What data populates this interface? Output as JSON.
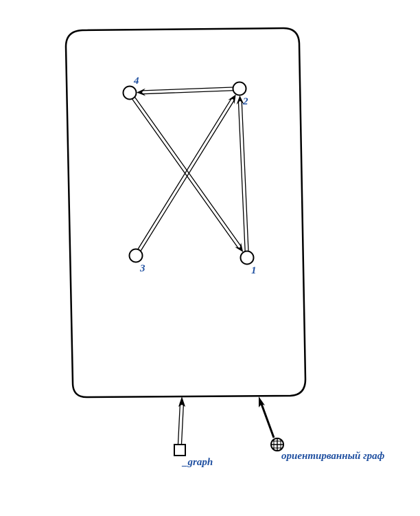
{
  "graph": {
    "nodes": [
      {
        "id": "1",
        "label": "1"
      },
      {
        "id": "2",
        "label": "2"
      },
      {
        "id": "3",
        "label": "3"
      },
      {
        "id": "4",
        "label": "4"
      }
    ],
    "edges": [
      {
        "from": "2",
        "to": "4",
        "style": "double-arrow"
      },
      {
        "from": "4",
        "to": "1",
        "style": "double-arrow"
      },
      {
        "from": "3",
        "to": "2",
        "style": "double-arrow"
      },
      {
        "from": "1",
        "to": "2",
        "style": "double-arrow"
      }
    ]
  },
  "external": {
    "graph_port": {
      "label": "_graph",
      "shape": "square"
    },
    "type_port": {
      "label": "ориентирванный граф",
      "shape": "crossed-circle"
    }
  },
  "colors": {
    "label": "#1f4fa0",
    "stroke": "#000000"
  }
}
